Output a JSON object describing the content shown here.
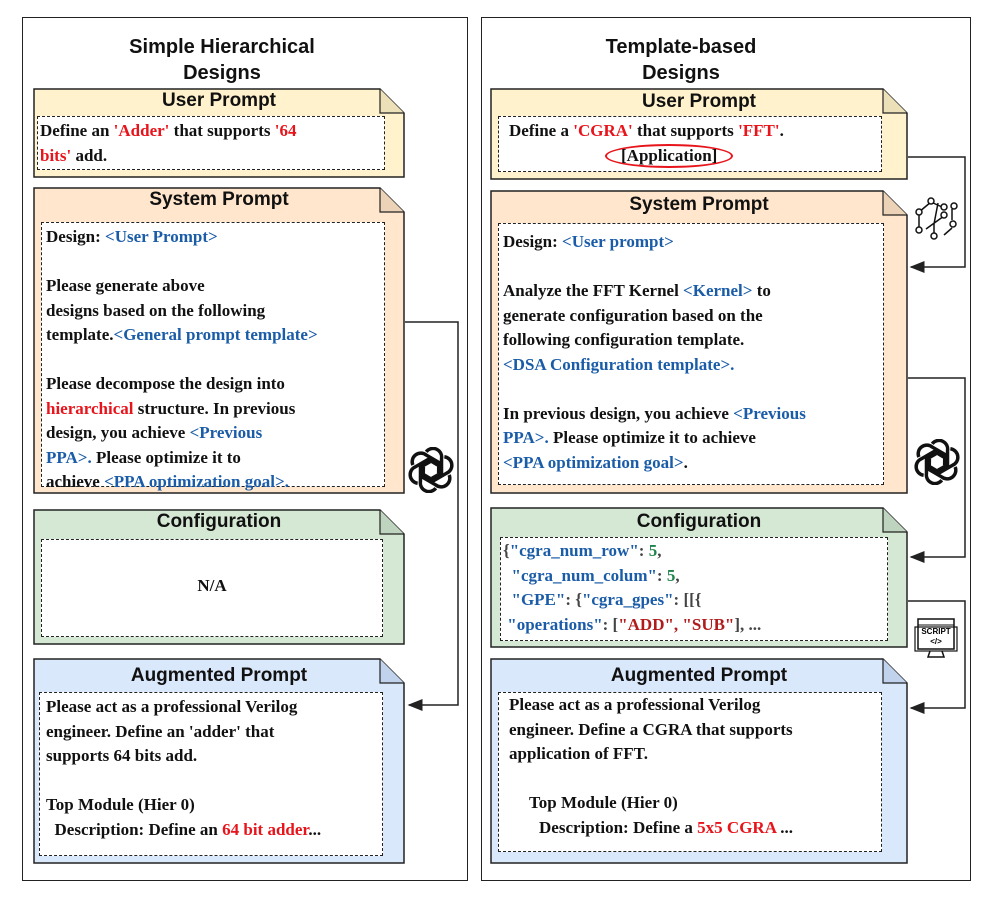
{
  "colors": {
    "user_prompt": "#fff2cc",
    "system_prompt": "#ffe6cc",
    "configuration": "#d5e8d4",
    "augmented_prompt": "#dae8fc",
    "placeholder_text": "#1a5ca8",
    "highlight_text": "#e8141b"
  },
  "left": {
    "title_line1": "Simple Hierarchical",
    "title_line2": "Designs",
    "user_prompt": {
      "title": "User Prompt",
      "s1": "Define an ",
      "s2": "'Adder'",
      "s3": " that supports ",
      "s4": "'64",
      "s5": "bits'",
      "s6": " add."
    },
    "system_prompt": {
      "title": "System Prompt",
      "l1a": "Design: ",
      "l1b": "<User Prompt>",
      "l2": "Please generate above",
      "l3": "designs based on the following",
      "l4a": "template.",
      "l4b": "<General prompt template>",
      "l5": "Please decompose the design into",
      "l6a": "hierarchical",
      "l6b": " structure. In previous",
      "l7a": "design, you achieve ",
      "l7b": "<Previous",
      "l8a": "PPA>.",
      "l8b": " Please optimize it to",
      "l9a": "achieve ",
      "l9b": "<PPA optimization goal>."
    },
    "configuration": {
      "title": "Configuration",
      "value": "N/A"
    },
    "augmented_prompt": {
      "title": "Augmented Prompt",
      "l1": "Please act as a professional Verilog",
      "l2": "engineer. Define an 'adder' that",
      "l3": "supports 64 bits add.",
      "l4": "Top Module (Hier 0)",
      "l5a": "  Description: Define an ",
      "l5b": "64 bit adder",
      "l5c": "..."
    }
  },
  "right": {
    "title_line1": "Template-based",
    "title_line2": "Designs",
    "user_prompt": {
      "title": "User Prompt",
      "s1": "Define a ",
      "s2": "'CGRA'",
      "s3": " that supports ",
      "s4": "'FFT'",
      "s5": ".",
      "annotation": "[Application]"
    },
    "system_prompt": {
      "title": "System Prompt",
      "l1a": "Design: ",
      "l1b": "<User prompt>",
      "l2a": "Analyze the FFT Kernel ",
      "l2b": "<Kernel>",
      "l2c": " to",
      "l3": "generate configuration based on the",
      "l4": "following configuration template.",
      "l5": "<DSA Configuration template>.",
      "l6a": "In previous design, you achieve ",
      "l6b": "<Previous",
      "l7a": "PPA>.",
      "l7b": " Please optimize it to achieve",
      "l8": "<PPA optimization goal>",
      "l8c": "."
    },
    "configuration": {
      "title": "Configuration",
      "l1a": "{",
      "l1b": "\"cgra_num_row\"",
      "l1c": ": ",
      "l1d": "5",
      "l1e": ",",
      "l2b": "\"cgra_num_colum\"",
      "l2c": ": ",
      "l2d": "5",
      "l2e": ",",
      "l3b": "\"GPE\"",
      "l3c": ": {",
      "l3d": "\"cgra_gpes\"",
      "l3e": ": [[{",
      "l4b": "\"operations\"",
      "l4c": ": [",
      "l4d": "\"ADD\", \"SUB\"",
      "l4e": "], ..."
    },
    "augmented_prompt": {
      "title": "Augmented Prompt",
      "l1": "Please act as a professional Verilog",
      "l2": "engineer. Define a CGRA that supports",
      "l3": "application of FFT.",
      "l4": "Top Module (Hier 0)",
      "l5a": "Description: Define a ",
      "l5b": "5x5 CGRA",
      "l5c": " ..."
    },
    "icons": {
      "graph": "graph-icon",
      "llm": "openai-icon",
      "script": "script-icon",
      "script_label": "SCRIPT",
      "script_code": "</>"
    }
  },
  "left_icons": {
    "llm": "openai-icon"
  }
}
